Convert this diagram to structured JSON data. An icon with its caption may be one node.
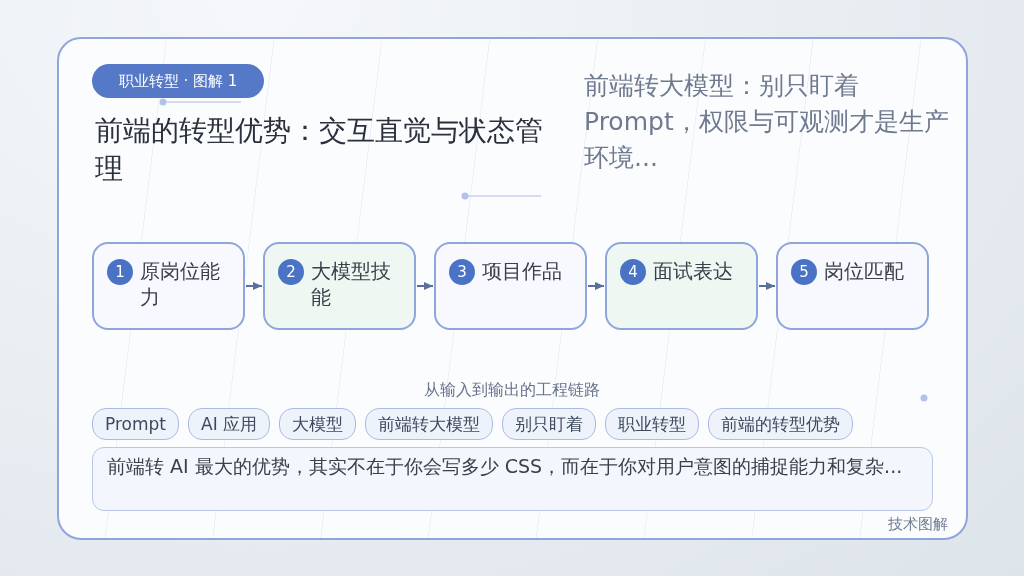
{
  "diagram": {
    "title": "前端的转型优势：交互直觉与状态管理",
    "caption": "从输入到输出的工程链路",
    "nodes": [
      {
        "text": [
          "职业转型 · 图解 1"
        ]
      },
      {
        "text": [
          "原岗位能力"
        ]
      },
      {
        "text": [
          "1"
        ],
        "in": 1
      },
      {
        "text": [
          "大模型技能"
        ]
      },
      {
        "text": [
          "2"
        ],
        "in": 3
      },
      {
        "text": [
          "项目作品"
        ]
      },
      {
        "text": [
          "3"
        ],
        "in": 5
      },
      {
        "text": [
          "面试表达"
        ]
      },
      {
        "text": [
          "4"
        ],
        "in": 7
      },
      {
        "text": [
          "岗位匹配"
        ]
      },
      {
        "text": [
          "5"
        ],
        "in": 9
      },
      {
        "text": [
          "Prompt"
        ]
      },
      {
        "text": [
          "AI 应用"
        ]
      },
      {
        "text": [
          "大模型"
        ]
      },
      {
        "text": [
          "前端转大模型"
        ]
      },
      {
        "text": [
          "别只盯着"
        ]
      },
      {
        "text": [
          "职业转型"
        ]
      },
      {
        "text": [
          "前端的转型优势"
        ]
      },
      {
        "text": [
          "前端转 AI 最大的优势，其实不在于你会写多少 CSS，而在于你对用户意图的捕捉能力和复杂..."
        ]
      }
    ],
    "edges": [
      {
        "from": 1,
        "to": 3,
        "arrow": "to"
      },
      {
        "from": 3,
        "to": 5,
        "arrow": "to"
      },
      {
        "from": 5,
        "to": 7,
        "arrow": "to"
      },
      {
        "from": 7,
        "to": 9,
        "arrow": "to"
      }
    ],
    "labels": [
      "前端转大模型：别只盯着 Prompt，权限与可观测才是生产环境...",
      "技术图解"
    ]
  }
}
